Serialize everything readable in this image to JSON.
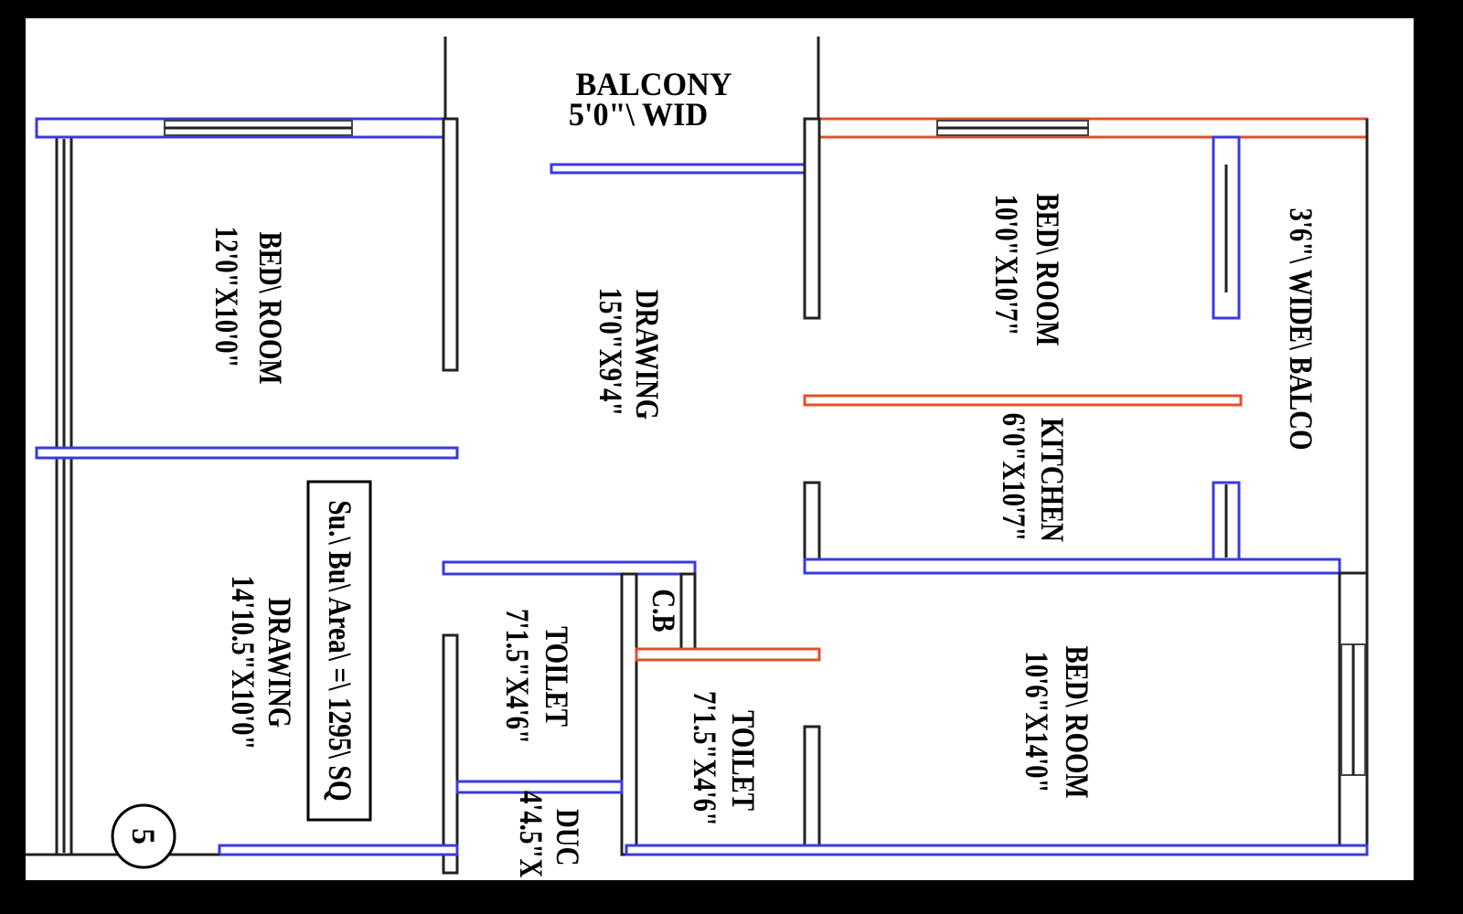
{
  "plan": {
    "unit_number": "5",
    "area_note": "Su.\\ Bu\\ Area\\ =\\ 1295\\ SQ",
    "rooms": [
      {
        "name": "BALCONY",
        "size": "5'0\"\\ WID"
      },
      {
        "name": "BED\\ ROOM",
        "size": "12'0\"X10'0\""
      },
      {
        "name": "DRAWING",
        "size": "15'0\"X9'4\""
      },
      {
        "name": "BED\\ ROOM",
        "size": "10'0\"X10'7\""
      },
      {
        "name": "3'6\"\\ WIDE\\ BALCO",
        "size": ""
      },
      {
        "name": "KITCHEN",
        "size": "6'0\"X10'7\""
      },
      {
        "name": "DRAWING",
        "size": "14'10.5\"X10'0\""
      },
      {
        "name": "TOILET",
        "size": "7'1.5\"X4'6\""
      },
      {
        "name": "C.B",
        "size": ""
      },
      {
        "name": "TOILET",
        "size": "7'1.5\"X4'6\""
      },
      {
        "name": "BED\\ ROOM",
        "size": "10'6\"X14'0\""
      },
      {
        "name": "DUC",
        "size": "4'4.5\"X"
      }
    ]
  }
}
